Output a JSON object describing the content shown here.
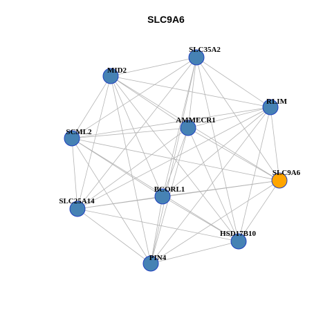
{
  "title": "SLC9A6",
  "colors": {
    "node_default": "#4682B4",
    "node_highlight": "#FFA500",
    "node_border": "#1F3FBF",
    "edge": "#B3B3B3",
    "background": "#FFFFFF"
  },
  "nodes": [
    {
      "id": "SLC35A2",
      "label": "SLC35A2",
      "highlight": false
    },
    {
      "id": "MID2",
      "label": "MID2",
      "highlight": false
    },
    {
      "id": "RLIM",
      "label": "RLIM",
      "highlight": false
    },
    {
      "id": "AMMECR1",
      "label": "AMMECR1",
      "highlight": false
    },
    {
      "id": "SCML2",
      "label": "SCML2",
      "highlight": false
    },
    {
      "id": "SLC9A6",
      "label": "SLC9A6",
      "highlight": true
    },
    {
      "id": "BCORL1",
      "label": "BCORL1",
      "highlight": false
    },
    {
      "id": "SLC25A14",
      "label": "SLC25A14",
      "highlight": false
    },
    {
      "id": "HSD17B10",
      "label": "HSD17B10",
      "highlight": false
    },
    {
      "id": "PIN4",
      "label": "PIN4",
      "highlight": false
    }
  ],
  "edges": [
    [
      "SLC35A2",
      "MID2"
    ],
    [
      "SLC35A2",
      "AMMECR1"
    ],
    [
      "SLC35A2",
      "SCML2"
    ],
    [
      "SLC35A2",
      "RLIM"
    ],
    [
      "SLC35A2",
      "SLC9A6"
    ],
    [
      "SLC35A2",
      "BCORL1"
    ],
    [
      "SLC35A2",
      "SLC25A14"
    ],
    [
      "SLC35A2",
      "HSD17B10"
    ],
    [
      "SLC35A2",
      "PIN4"
    ],
    [
      "MID2",
      "RLIM"
    ],
    [
      "MID2",
      "AMMECR1"
    ],
    [
      "MID2",
      "SCML2"
    ],
    [
      "MID2",
      "SLC9A6"
    ],
    [
      "MID2",
      "BCORL1"
    ],
    [
      "MID2",
      "SLC25A14"
    ],
    [
      "MID2",
      "HSD17B10"
    ],
    [
      "MID2",
      "PIN4"
    ],
    [
      "RLIM",
      "AMMECR1"
    ],
    [
      "RLIM",
      "SCML2"
    ],
    [
      "RLIM",
      "SLC9A6"
    ],
    [
      "RLIM",
      "BCORL1"
    ],
    [
      "RLIM",
      "SLC25A14"
    ],
    [
      "RLIM",
      "HSD17B10"
    ],
    [
      "RLIM",
      "PIN4"
    ],
    [
      "AMMECR1",
      "SCML2"
    ],
    [
      "AMMECR1",
      "SLC9A6"
    ],
    [
      "AMMECR1",
      "BCORL1"
    ],
    [
      "AMMECR1",
      "SLC25A14"
    ],
    [
      "AMMECR1",
      "HSD17B10"
    ],
    [
      "AMMECR1",
      "PIN4"
    ],
    [
      "SCML2",
      "SLC9A6"
    ],
    [
      "SCML2",
      "BCORL1"
    ],
    [
      "SCML2",
      "SLC25A14"
    ],
    [
      "SCML2",
      "HSD17B10"
    ],
    [
      "SCML2",
      "PIN4"
    ],
    [
      "SLC9A6",
      "BCORL1"
    ],
    [
      "SLC9A6",
      "SLC25A14"
    ],
    [
      "SLC9A6",
      "HSD17B10"
    ],
    [
      "SLC9A6",
      "PIN4"
    ],
    [
      "BCORL1",
      "SLC25A14"
    ],
    [
      "BCORL1",
      "HSD17B10"
    ],
    [
      "BCORL1",
      "PIN4"
    ],
    [
      "SLC25A14",
      "HSD17B10"
    ],
    [
      "SLC25A14",
      "PIN4"
    ],
    [
      "HSD17B10",
      "PIN4"
    ]
  ]
}
